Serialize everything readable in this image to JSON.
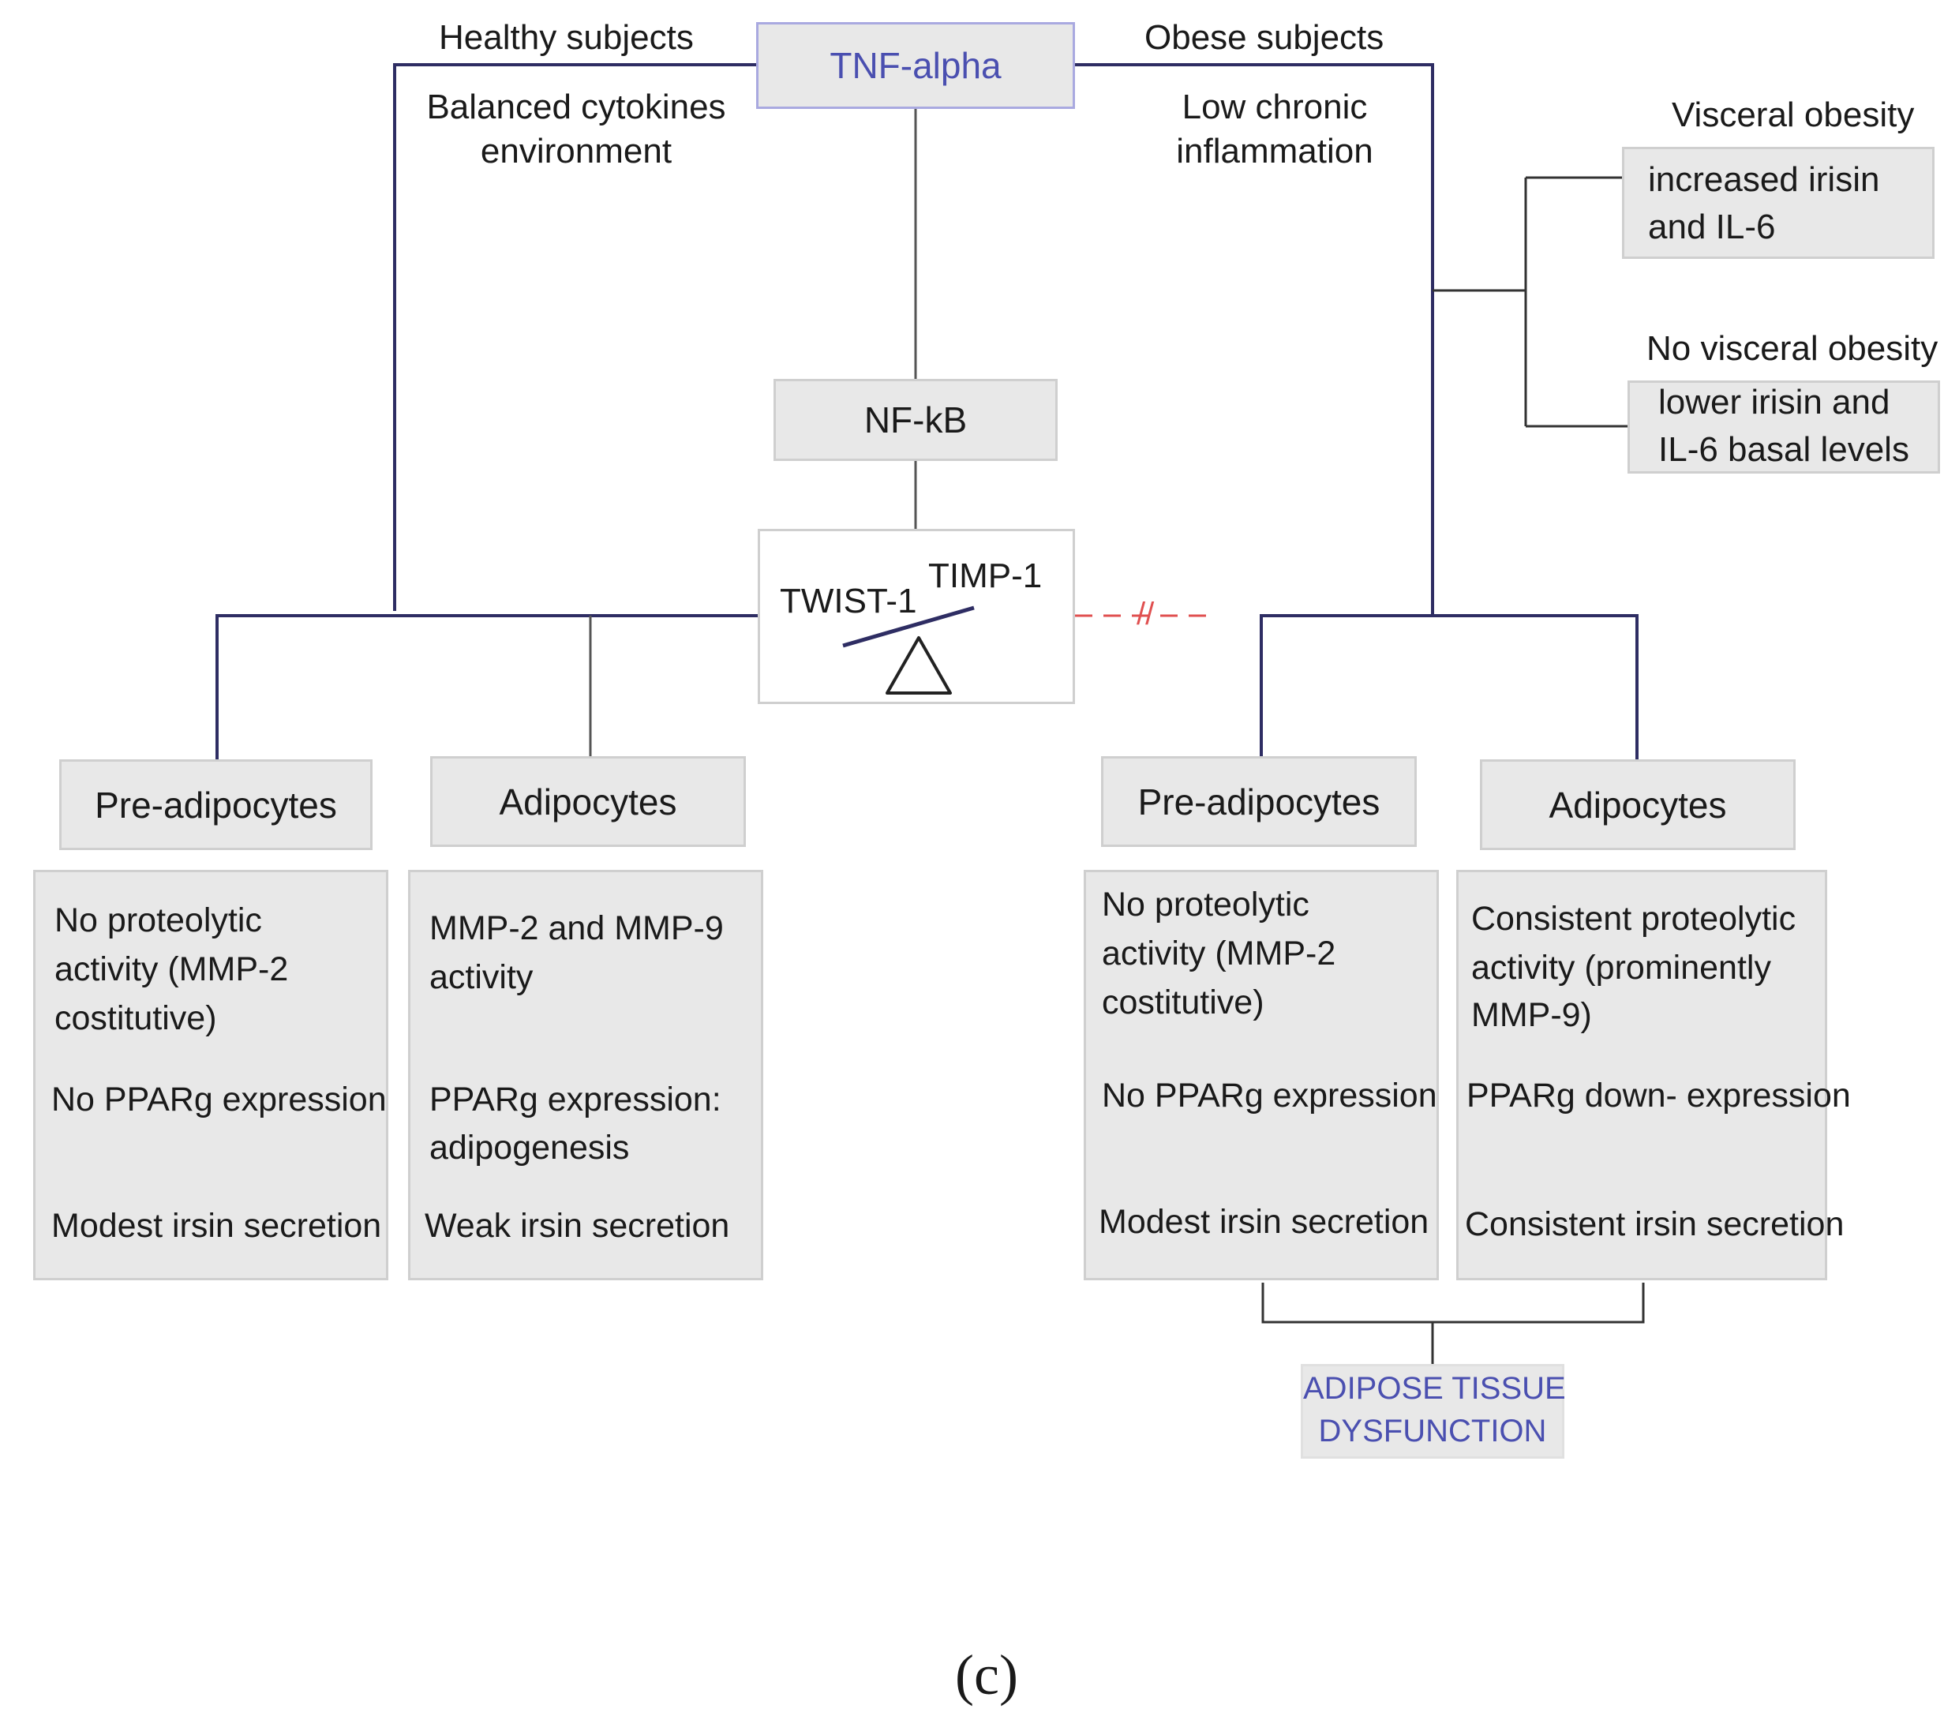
{
  "top": {
    "tnf": "TNF-alpha",
    "healthy_title": "Healthy subjects",
    "healthy_sub_1": "Balanced cytokines",
    "healthy_sub_2": "environment",
    "obese_title": "Obese subjects",
    "obese_sub_1": "Low chronic",
    "obese_sub_2": "inflammation"
  },
  "right_branch": {
    "visceral_title": "Visceral obesity",
    "visceral_1": "increased irisin",
    "visceral_2": "and IL-6",
    "no_visceral_title": "No visceral obesity",
    "no_visceral_1": "lower irisin and",
    "no_visceral_2": "IL-6 basal levels"
  },
  "middle": {
    "nfkb": "NF-kB",
    "twist": "TWIST-1",
    "timp": "TIMP-1",
    "break_mark": "//"
  },
  "cells": {
    "h_pre": "Pre-adipocytes",
    "h_adi": "Adipocytes",
    "o_pre": "Pre-adipocytes",
    "o_adi": "Adipocytes"
  },
  "panels": {
    "h_pre": {
      "l1": "No proteolytic",
      "l2": "activity (MMP-2",
      "l3": "costitutive)",
      "l4": "No PPARg expression",
      "l5": "Modest irsin secretion"
    },
    "h_adi": {
      "l1": "MMP-2 and MMP-9",
      "l2": "activity",
      "l3": "PPARg expression:",
      "l4": "adipogenesis",
      "l5": "Weak irsin secretion"
    },
    "o_pre": {
      "l1": "No proteolytic",
      "l2": "activity (MMP-2",
      "l3": "costitutive)",
      "l4": "No PPARg expression",
      "l5": "Modest irsin secretion"
    },
    "o_adi": {
      "l1": "Consistent proteolytic",
      "l2": "activity (prominently",
      "l3": "MMP-9)",
      "l4": "PPARg down- expression",
      "l5": "Consistent irsin secretion"
    }
  },
  "outcome": {
    "l1": "ADIPOSE TISSUE",
    "l2": "DYSFUNCTION"
  },
  "caption": "(c)",
  "colors": {
    "connector": "#2e2d63",
    "accent_text": "#4a4fb0",
    "break_line": "#e05050",
    "box_fill": "#e8e8e8",
    "box_border": "#cfcfcf"
  }
}
